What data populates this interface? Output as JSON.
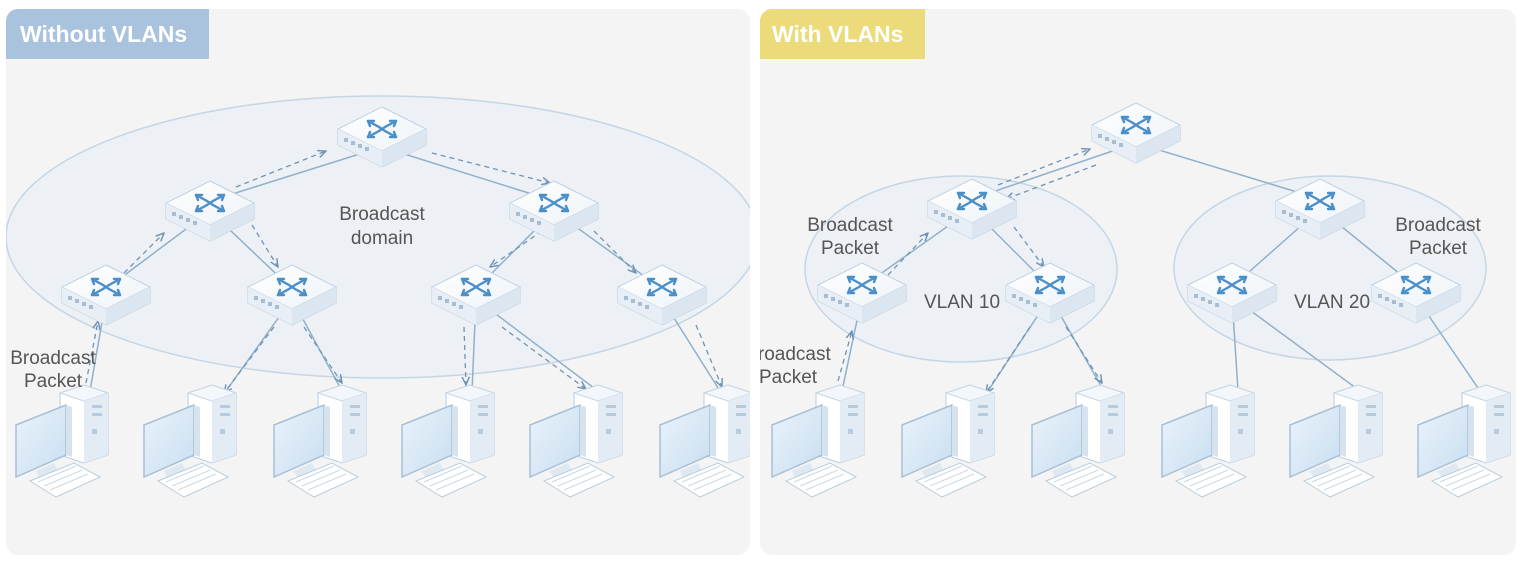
{
  "left_panel": {
    "title": "Without VLANs",
    "labels": {
      "domain_line1": "Broadcast",
      "domain_line2": "domain",
      "packet_line1": "Broadcast",
      "packet_line2": "Packet"
    }
  },
  "right_panel": {
    "title": "With VLANs",
    "labels": {
      "vlan10": "VLAN 10",
      "vlan20": "VLAN 20",
      "packet_a_line1": "Broadcast",
      "packet_a_line2": "Packet",
      "packet_b_line1": "Broadcast",
      "packet_b_line2": "Packet",
      "packet_c_line1": "Broadcast",
      "packet_c_line2": "Packet"
    }
  },
  "colors": {
    "left_tag": "#a9c2de",
    "right_tag": "#ecdb7a",
    "link": "#8fb0cc",
    "arrow": "#6f93b6",
    "switch_icon": "#4a8fc9",
    "label_text": "#555555"
  }
}
